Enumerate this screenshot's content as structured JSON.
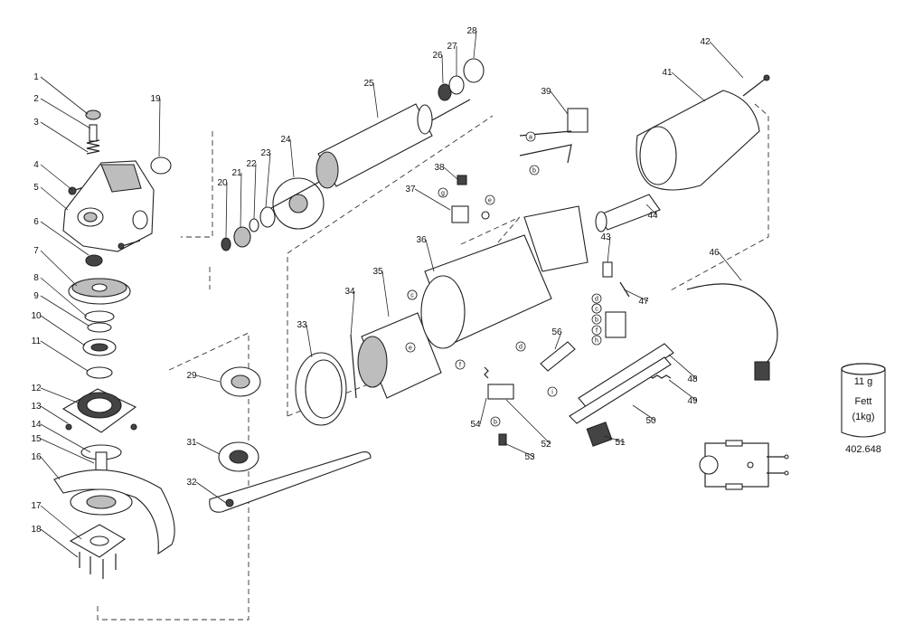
{
  "callouts": [
    {
      "num": "1"
    },
    {
      "num": "2"
    },
    {
      "num": "3"
    },
    {
      "num": "4"
    },
    {
      "num": "5"
    },
    {
      "num": "6"
    },
    {
      "num": "7"
    },
    {
      "num": "8"
    },
    {
      "num": "9"
    },
    {
      "num": "10"
    },
    {
      "num": "11"
    },
    {
      "num": "12"
    },
    {
      "num": "13"
    },
    {
      "num": "14"
    },
    {
      "num": "15"
    },
    {
      "num": "16"
    },
    {
      "num": "17"
    },
    {
      "num": "18"
    },
    {
      "num": "19"
    },
    {
      "num": "20"
    },
    {
      "num": "21"
    },
    {
      "num": "22"
    },
    {
      "num": "23"
    },
    {
      "num": "24"
    },
    {
      "num": "25"
    },
    {
      "num": "26"
    },
    {
      "num": "27"
    },
    {
      "num": "28"
    },
    {
      "num": "29"
    },
    {
      "num": "31"
    },
    {
      "num": "32"
    },
    {
      "num": "33"
    },
    {
      "num": "34"
    },
    {
      "num": "35"
    },
    {
      "num": "36"
    },
    {
      "num": "37"
    },
    {
      "num": "38"
    },
    {
      "num": "39"
    },
    {
      "num": "41"
    },
    {
      "num": "42"
    },
    {
      "num": "43"
    },
    {
      "num": "44"
    },
    {
      "num": "46"
    },
    {
      "num": "47"
    },
    {
      "num": "48"
    },
    {
      "num": "49"
    },
    {
      "num": "50"
    },
    {
      "num": "51"
    },
    {
      "num": "52"
    },
    {
      "num": "53"
    },
    {
      "num": "54"
    },
    {
      "num": "56"
    }
  ],
  "wire_markers": [
    "a",
    "b",
    "c",
    "d",
    "e",
    "f",
    "g",
    "h",
    "i"
  ],
  "grease": {
    "weight": "11 g",
    "name": "Fett",
    "pack": "(1kg)",
    "part_number": "402.648"
  },
  "colors": {
    "line": "#222222",
    "background": "#ffffff"
  }
}
